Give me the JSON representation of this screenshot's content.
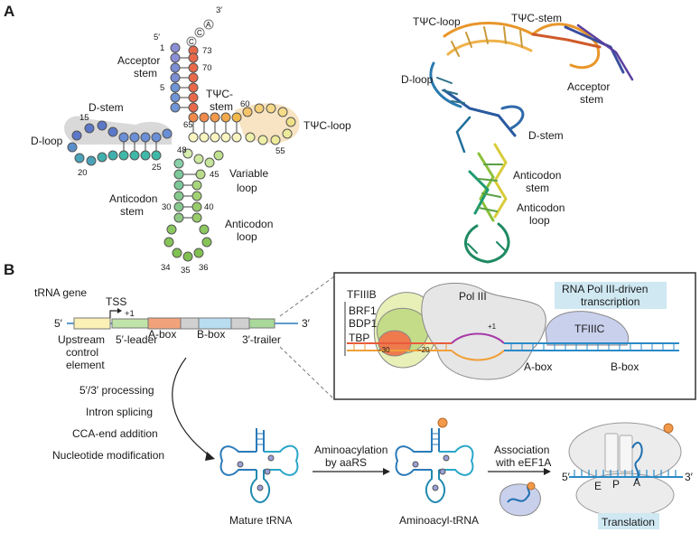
{
  "panel_a": {
    "label": "A",
    "cca": [
      "C",
      "C",
      "A"
    ],
    "three_prime": "3′",
    "five_prime": "5′",
    "nums": [
      "1",
      "5",
      "73",
      "70",
      "60",
      "65",
      "15",
      "20",
      "25",
      "48",
      "45",
      "55",
      "30",
      "40",
      "34",
      "35",
      "36"
    ],
    "secondary": {
      "acceptor_stem": [
        "Acceptor",
        "stem"
      ],
      "tpc_stem": [
        "TΨC-",
        "stem"
      ],
      "tpc_loop": "TΨC-loop",
      "d_stem": "D-stem",
      "d_loop": "D-loop",
      "variable_loop": [
        "Variable",
        "loop"
      ],
      "anticodon_stem": [
        "Anticodon",
        "stem"
      ],
      "anticodon_loop": [
        "Anticodon",
        "loop"
      ]
    },
    "tertiary": {
      "tpc_loop": "TΨC-loop",
      "tpc_stem": "TΨC-stem",
      "d_loop": "D-loop",
      "acceptor_stem": [
        "Acceptor",
        "stem"
      ],
      "d_stem": "D-stem",
      "anticodon_stem": [
        "Anticodon",
        "stem"
      ],
      "anticodon_loop": [
        "Anticodon",
        "loop"
      ]
    }
  },
  "panel_b": {
    "label": "B",
    "gene_title": "tRNA gene",
    "tss": "TSS",
    "plus_one": "+1",
    "five_prime": "5′",
    "three_prime": "3′",
    "upstream": [
      "Upstream",
      "control",
      "element"
    ],
    "leader": "5′-leader",
    "a_box": "A-box",
    "b_box": "B-box",
    "trailer": "3′-trailer",
    "processing_steps": [
      "5′/3′ processing",
      "Intron splicing",
      "CCA-end addition",
      "Nucleotide modification"
    ],
    "inset": {
      "badge": [
        "RNA Pol III-driven",
        "transcription"
      ],
      "tfiiib": "TFIIIB",
      "brf1": "BRF1",
      "bdp1": "BDP1",
      "tbp": "TBP",
      "pol3": "Pol III",
      "tfiiic": "TFIIIC",
      "m30": "−30",
      "m20": "−20",
      "p1": "+1",
      "a_box": "A-box",
      "b_box": "B-box"
    },
    "mature": "Mature tRNA",
    "aminoacylation": [
      "Aminoacylation",
      "by aaRS"
    ],
    "aminoacyl": "Aminoacyl-tRNA",
    "association": [
      "Association",
      "with eEF1A"
    ],
    "ribosome": {
      "e": "E",
      "p": "P",
      "a": "A",
      "five": "5′",
      "three": "3′"
    },
    "translation": "Translation"
  },
  "colors": {
    "blue": "#3a6fb5",
    "teal": "#2aa6a6",
    "green": "#7cbf4e",
    "badge_bg": "#cfe8f2",
    "red": "#e8593c"
  }
}
